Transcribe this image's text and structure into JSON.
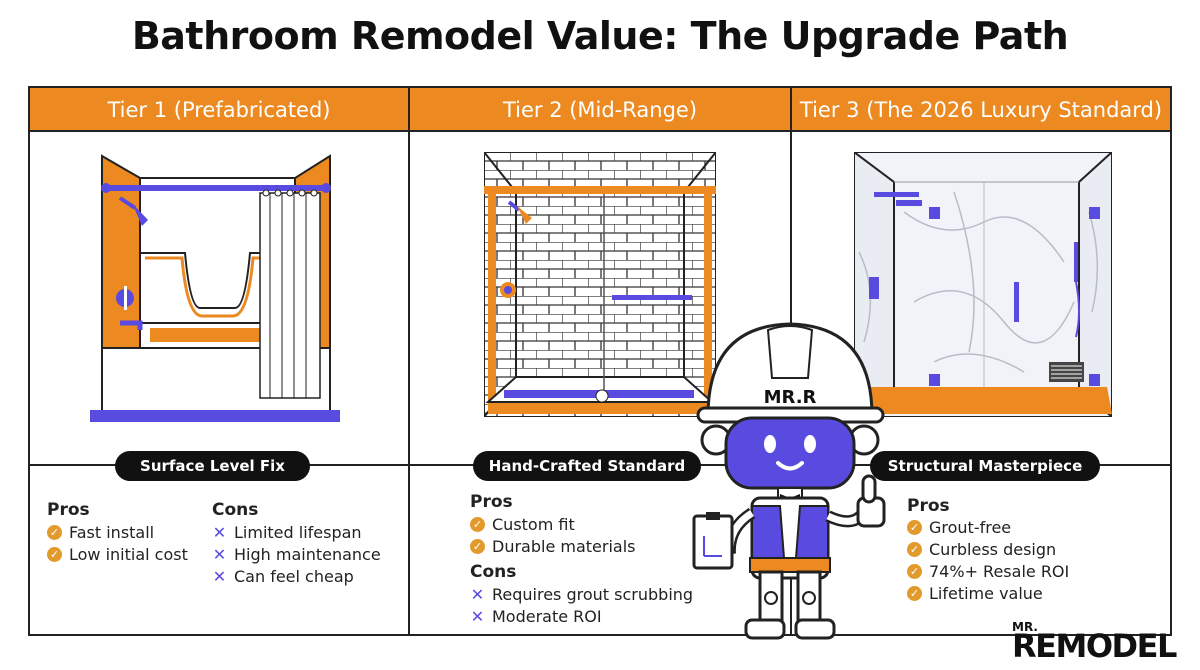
{
  "title": "Bathroom Remodel Value: The Upgrade Path",
  "colors": {
    "accent_orange": "#ec8a21",
    "accent_purple": "#5a4be0",
    "ink": "#111111"
  },
  "tiers": [
    {
      "header": "Tier 1 (Prefabricated)",
      "badge": "Surface Level Fix",
      "pros_label": "Pros",
      "pros": [
        "Fast install",
        "Low initial cost"
      ],
      "cons_label": "Cons",
      "cons": [
        "Limited lifespan",
        "High maintenance",
        "Can feel cheap"
      ]
    },
    {
      "header": "Tier 2 (Mid-Range)",
      "badge": "Hand-Crafted Standard",
      "pros_label": "Pros",
      "pros": [
        "Custom fit",
        "Durable materials"
      ],
      "cons_label": "Cons",
      "cons": [
        "Requires grout scrubbing",
        "Moderate ROI"
      ]
    },
    {
      "header": "Tier 3 (The 2026 Luxury Standard)",
      "badge": "Structural Masterpiece",
      "pros_label": "Pros",
      "pros": [
        "Grout-free",
        "Curbless design",
        "74%+ Resale ROI",
        "Lifetime value"
      ]
    }
  ],
  "mascot": {
    "helmet_text": "MR.R"
  },
  "brand": {
    "logo_top": "MR.",
    "logo_main": "REMODEL"
  },
  "icons": [
    "check-icon",
    "cross-icon",
    "thumbs-up-icon",
    "clipboard-icon",
    "shower-head-icon"
  ]
}
